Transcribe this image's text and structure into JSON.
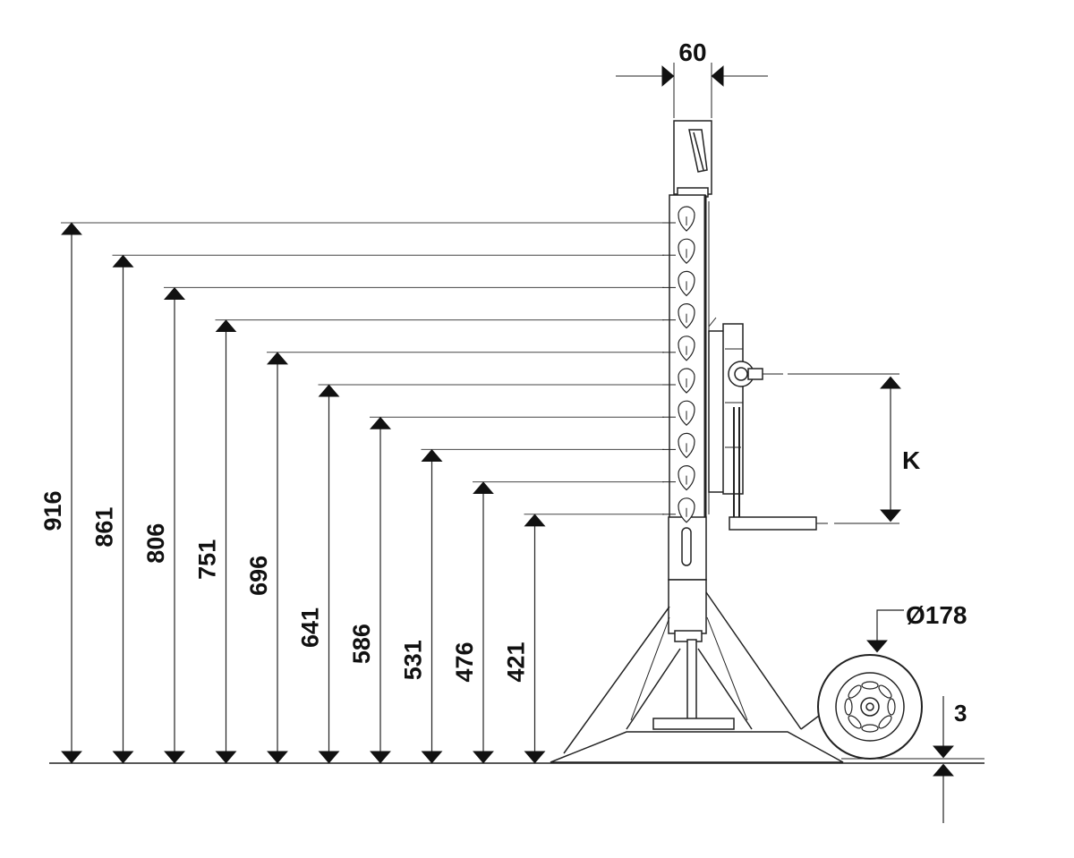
{
  "drawing": {
    "width_dimension": "60",
    "height_dimensions": [
      "916",
      "861",
      "806",
      "751",
      "696",
      "641",
      "586",
      "531",
      "476",
      "421"
    ],
    "k_label": "K",
    "wheel_diameter": "Ø178",
    "ground_clearance": "3",
    "colors": {
      "line": "#222222",
      "fill": "#ffffff",
      "shade": "#e6e6e6"
    }
  }
}
